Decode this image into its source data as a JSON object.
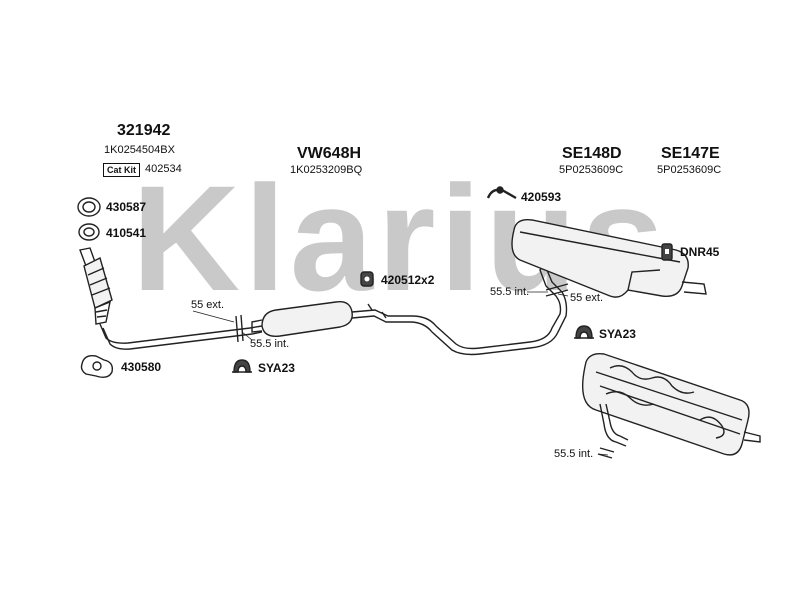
{
  "watermark": "Klarius",
  "assemblies": [
    {
      "code": "321942",
      "oem": "1K0254504BX",
      "catkit_label": "Cat Kit",
      "catkit_number": "402534"
    },
    {
      "code": "VW648H",
      "oem": "1K0253209BQ"
    },
    {
      "code": "SE148D",
      "oem": "5P0253609C"
    },
    {
      "code": "SE147E",
      "oem": "5P0253609C"
    }
  ],
  "fittings": {
    "gasket_ring": "430587",
    "seal_ring": "410541",
    "flange_gasket": "430580",
    "hanger_top": "420593",
    "rubber_mount": "420512x2",
    "dnr": "DNR45",
    "clamp_left": "SYA23",
    "clamp_right": "SYA23"
  },
  "dimensions": {
    "ext_left": "55 ext.",
    "int_left": "55.5 int.",
    "int_mid": "55.5 int.",
    "ext_mid": "55 ext.",
    "int_bottom": "55.5 int."
  },
  "colors": {
    "watermark": "#c9c9c9",
    "line": "#222222",
    "fill": "#f2f2f2"
  }
}
